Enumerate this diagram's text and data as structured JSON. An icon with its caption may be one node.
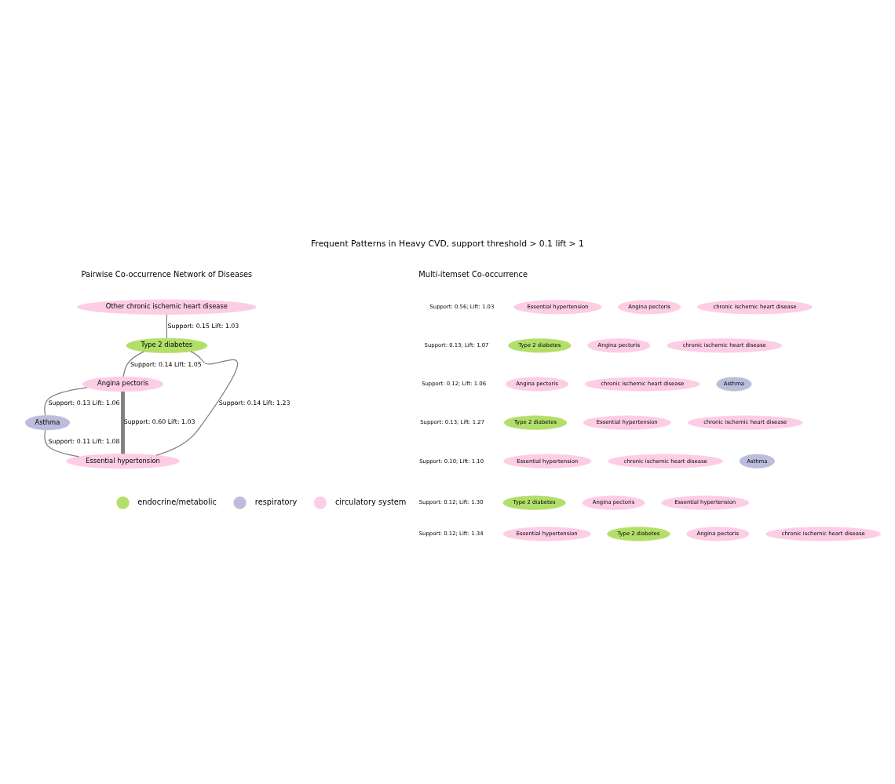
{
  "diagram": {
    "title": "Frequent Patterns in Heavy CVD, support threshold > 0.1 lift > 1",
    "nodes": [
      {
        "text": [
          "Other chronic ischemic heart disease"
        ]
      },
      {
        "text": [
          "Type 2 diabetes"
        ]
      },
      {
        "text": [
          "Asthma"
        ]
      },
      {
        "text": [
          "Angina pectoris"
        ]
      },
      {
        "text": [
          "Essential hypertension"
        ]
      },
      {
        "text": [
          "Essential hypertension"
        ]
      },
      {
        "text": [
          "Angina pectoris"
        ]
      },
      {
        "text": [
          "chronic ischemic heart disease"
        ]
      },
      {
        "text": [
          "Type 2 diabetes"
        ]
      },
      {
        "text": [
          "Angina pectoris"
        ]
      },
      {
        "text": [
          "chronic ischemic heart disease"
        ]
      },
      {
        "text": [
          "Angina pectoris"
        ]
      },
      {
        "text": [
          "chronic ischemic heart disease"
        ]
      },
      {
        "text": [
          "Asthma"
        ]
      },
      {
        "text": [
          "Type 2 diabetes"
        ]
      },
      {
        "text": [
          "Essential hypertension"
        ]
      },
      {
        "text": [
          "chronic ischemic heart disease"
        ]
      },
      {
        "text": [
          "Essential hypertension"
        ]
      },
      {
        "text": [
          "chronic ischemic heart disease"
        ]
      },
      {
        "text": [
          "Asthma"
        ]
      },
      {
        "text": [
          "Type 2 diabetes"
        ]
      },
      {
        "text": [
          "Angina pectoris"
        ]
      },
      {
        "text": [
          "Essential hypertension"
        ]
      },
      {
        "text": [
          "Essential hypertension"
        ]
      },
      {
        "text": [
          "Type 2 diabetes"
        ]
      },
      {
        "text": [
          "Angina pectoris"
        ]
      },
      {
        "text": [
          "chronic ischemic heart disease"
        ]
      }
    ],
    "edges": [
      {
        "from": 0,
        "to": 1,
        "arrow": "none",
        "label": "Support: 0.15 Lift: 1.03"
      },
      {
        "from": 1,
        "to": 3,
        "arrow": "none",
        "label": "Support: 0.14 Lift: 1.05"
      },
      {
        "from": 3,
        "to": 2,
        "arrow": "none",
        "label": "Support: 0.13 Lift: 1.06"
      },
      {
        "from": 1,
        "to": 4,
        "arrow": "none",
        "label": "Support: 0.14 Lift: 1.23"
      },
      {
        "from": 3,
        "to": 4,
        "arrow": "none",
        "label": "Support: 0.60 Lift: 1.03",
        "style": "thick"
      },
      {
        "from": 2,
        "to": 4,
        "arrow": "none",
        "label": "Support: 0.11 Lift: 1.08"
      }
    ],
    "labels": [
      "Pairwise Co-occurrence Network of Diseases",
      "Multi-itemset Co-occurrence",
      "Support: 0.56; Lift: 1.03",
      "Support: 0.13; Lift: 1.07",
      "Support: 0.12; Lift: 1.06",
      "Support: 0.13; Lift: 1.27",
      "Support: 0.10; Lift: 1.10",
      "Support: 0.12; Lift: 1.30",
      "Support: 0.12; Lift: 1.34"
    ],
    "legend": [
      {
        "text": "endocrine/metabolic",
        "color": "#b2df6a"
      },
      {
        "text": "respiratory",
        "color": "#bcbddc"
      },
      {
        "text": "circulatory system",
        "color": "#fccde5"
      }
    ]
  }
}
